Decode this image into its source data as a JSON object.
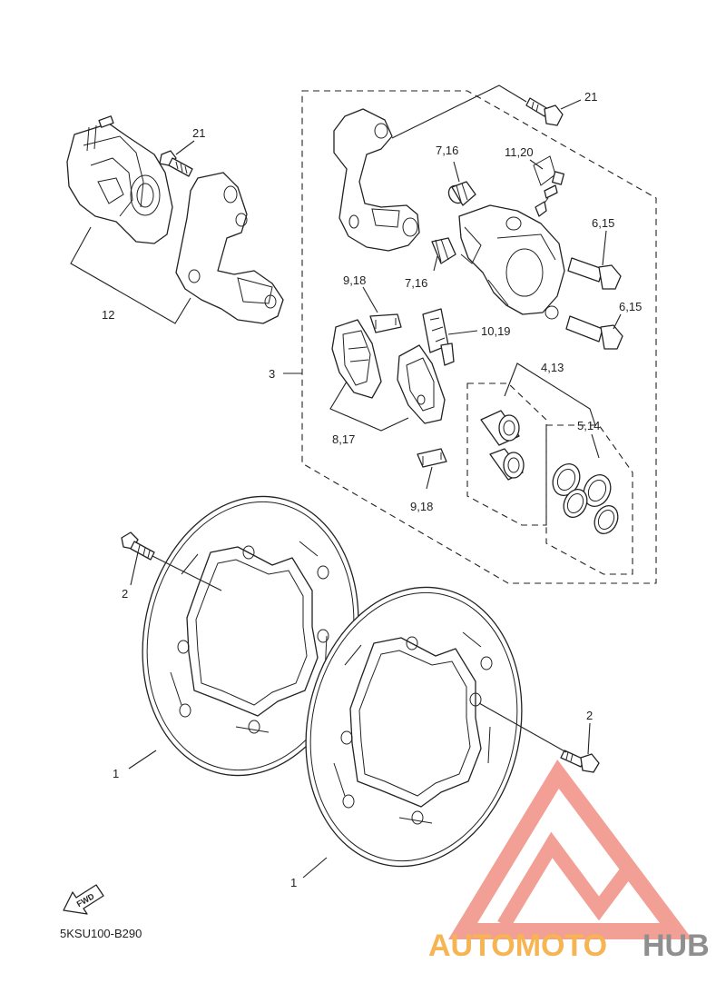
{
  "diagram_code": "5KSU100-B290",
  "fwd_badge": "FWD",
  "watermark": {
    "word_a": "AUTOMOTO",
    "word_b": "HUB",
    "color_a": "#f6b14a",
    "color_b": "#8a8a8a",
    "logo_color": "#f29a90"
  },
  "callouts": {
    "c1a": "1",
    "c1b": "1",
    "c2a": "2",
    "c2b": "2",
    "c3": "3",
    "c4_13": "4,13",
    "c5_14": "5,14",
    "c6_15a": "6,15",
    "c6_15b": "6,15",
    "c7_16a": "7,16",
    "c7_16b": "7,16",
    "c8_17": "8,17",
    "c9_18a": "9,18",
    "c9_18b": "9,18",
    "c10_19": "10,19",
    "c11_20": "11,20",
    "c12": "12",
    "c21a": "21",
    "c21b": "21"
  }
}
